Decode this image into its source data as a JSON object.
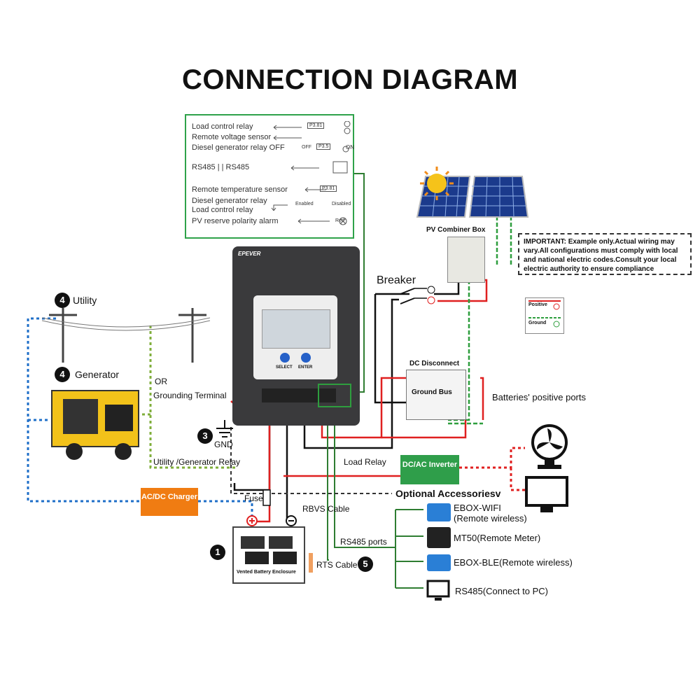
{
  "title": "CONNECTION DIAGRAM",
  "reference_panel": {
    "rows": [
      {
        "label": "Load control relay",
        "symbol": "P3.81"
      },
      {
        "label": "Remote voltage sensor",
        "symbol": ""
      },
      {
        "label": "Diesel generator relay OFF",
        "symbol": "P3.5",
        "left_tag": "OFF",
        "right_tag": "ON"
      },
      {
        "label": "RS485 | | RS485",
        "symbol": ""
      },
      {
        "label": "Remote temperature sensor",
        "symbol": "P3.81"
      },
      {
        "label": "Diesel generator relay",
        "symbol": ""
      },
      {
        "label": "Load control relay",
        "symbol": "",
        "left_tag": "Enabled",
        "right_tag": "Disabled"
      },
      {
        "label": "PV reserve polarity alarm",
        "symbol": "",
        "right_tag": "Red"
      }
    ]
  },
  "important_note": "IMPORTANT: Example only.Actual wiring may vary.All configurations must comply with local and national electric codes.Consult your local electric authority to ensure compliance",
  "legend": {
    "positive": "Positive",
    "ground": "Ground"
  },
  "labels": {
    "utility": "Utility",
    "generator": "Generator",
    "or": "OR",
    "grounding_terminal": "Grounding Terminal",
    "gnd": "GND",
    "utility_generator_relay": "Utility /Generator Relay",
    "load_relay": "Load Relay",
    "breaker": "Breaker",
    "pv_combiner_box": "PV Combiner Box",
    "dc_disconnect": "DC Disconnect",
    "ground_bus": "Ground Bus",
    "batteries_positive_ports": "Batteries' positive ports",
    "dc_ac_inverter": "DC/AC Inverter",
    "ac_dc_charger": "AC/DC Charger",
    "fuse": "Fuse",
    "rbvs_cable": "RBVS Cable",
    "rs485_ports": "RS485 ports",
    "rts_cable": "RTS Cable",
    "vented_battery_enclosure": "Vented Battery Enclosure",
    "optional_accessories": "Optional Accessoriesv",
    "brand": "EPEVER",
    "select": "SELECT",
    "enter": "ENTER"
  },
  "badges": {
    "battery": "1",
    "ground": "3",
    "utility": "4",
    "generator": "4",
    "rts": "5"
  },
  "accessories": [
    {
      "name": "EBOX-WIFI",
      "note": "(Remote wireless)",
      "icon": "ebox-wifi-icon"
    },
    {
      "name": "MT50(Remote Meter)",
      "note": "",
      "icon": "mt50-meter-icon"
    },
    {
      "name": "EBOX-BLE(Remote wireless)",
      "note": "",
      "icon": "ebox-ble-icon"
    },
    {
      "name": "RS485(Connect to PC)",
      "note": "",
      "icon": "pc-icon"
    }
  ],
  "colors": {
    "positive": "#e02020",
    "ground": "#2e9e3e",
    "ac": "#1f6fc8",
    "relay": "#7fae3a",
    "black": "#111111"
  }
}
